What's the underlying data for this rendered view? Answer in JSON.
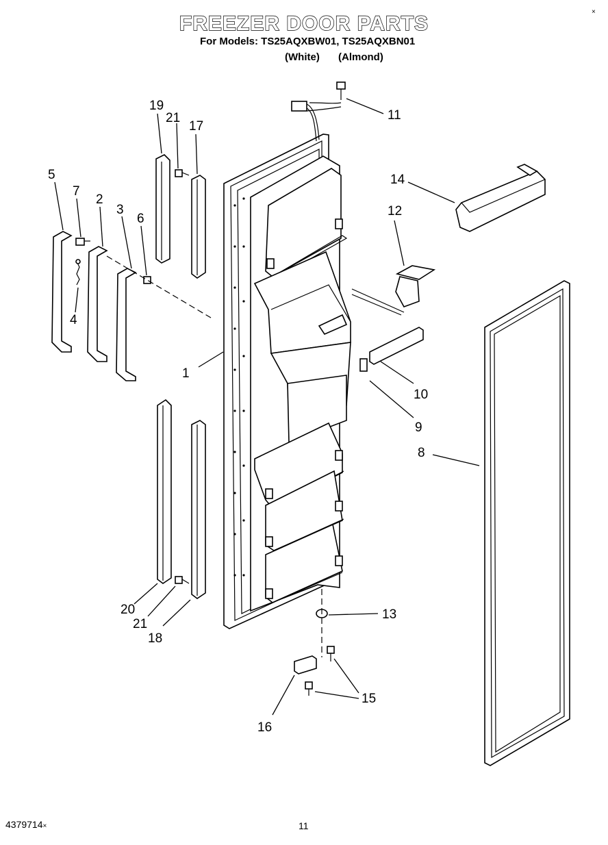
{
  "header": {
    "title": "FREEZER DOOR PARTS",
    "models_line": "For Models: TS25AQXBW01, TS25AQXBN01",
    "variant_white": "(White)",
    "variant_almond": "(Almond)"
  },
  "footer": {
    "doc_number": "4379714",
    "doc_suffix": "×",
    "page_number": "11"
  },
  "corner_mark": "×",
  "callouts": [
    "1",
    "2",
    "3",
    "4",
    "5",
    "6",
    "7",
    "8",
    "9",
    "10",
    "11",
    "12",
    "13",
    "14",
    "15",
    "16",
    "17",
    "18",
    "19",
    "20",
    "21"
  ]
}
